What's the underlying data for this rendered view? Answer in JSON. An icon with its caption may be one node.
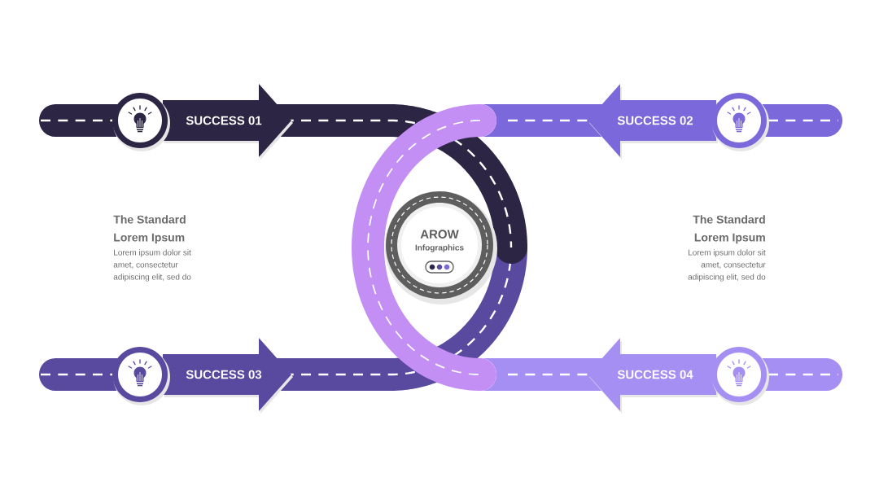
{
  "diagram": {
    "nodes": [
      {
        "text": [
          "SUCCESS 01"
        ]
      },
      {
        "text": [
          "SUCCESS 02"
        ]
      },
      {
        "text": [
          "AROW",
          "Infographics"
        ]
      },
      {
        "text": [
          "SUCCESS 03"
        ]
      },
      {
        "text": [
          "SUCCESS 04"
        ]
      }
    ],
    "labels": [
      "The Standard Lorem Ipsum",
      "Lorem ipsum dolor sit amet, consectetur adipiscing elit, sed do",
      "The Standard Lorem Ipsum",
      "Lorem ipsum dolor sit amet, consectetur adipiscing elit, sed do"
    ]
  }
}
